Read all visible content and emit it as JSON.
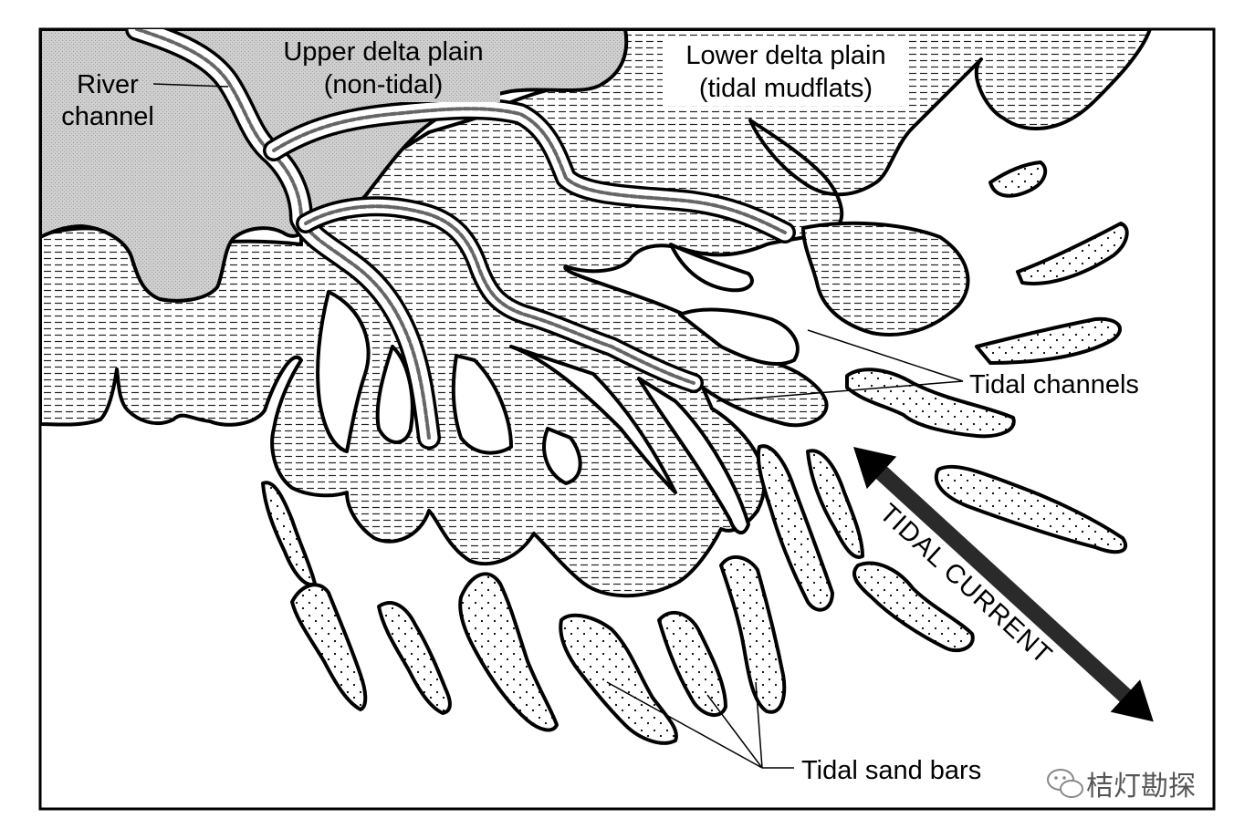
{
  "labels": {
    "upper_plain_line1": "Upper delta plain",
    "upper_plain_line2": "(non-tidal)",
    "lower_plain_line1": "Lower delta plain",
    "lower_plain_line2": "(tidal mudflats)",
    "river_line1": "River",
    "river_line2": "channel",
    "tidal_channels": "Tidal channels",
    "tidal_sand_bars": "Tidal sand bars",
    "tidal_current": "TIDAL CURRENT"
  },
  "watermark": {
    "text": "桔灯勘探",
    "icon": "wechat-icon"
  },
  "colors": {
    "outline": "#000000",
    "upper_plain_fill": "#c8c8c8",
    "mudflat_hatch": "#000000",
    "background": "#ffffff"
  }
}
